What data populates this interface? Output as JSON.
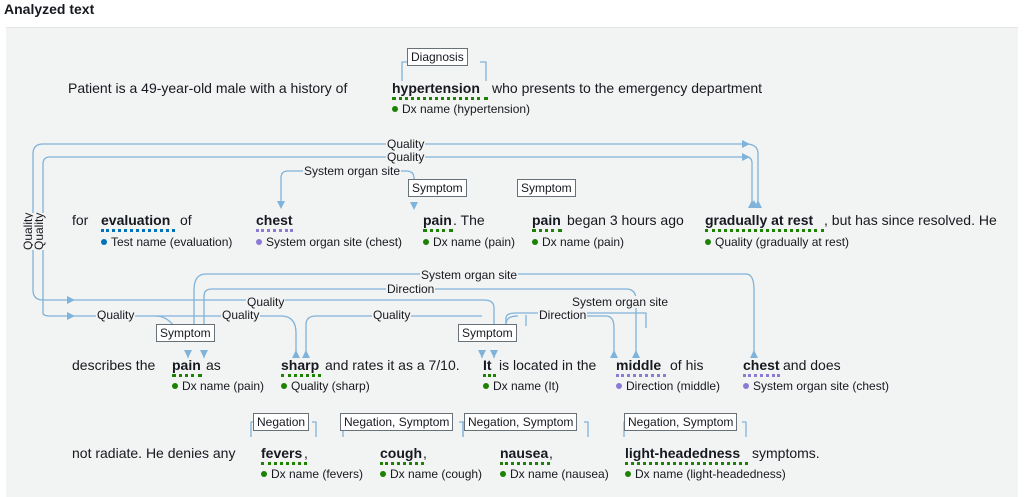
{
  "header": "Analyzed text",
  "colors": {
    "medical_condition": "#1d8102",
    "test": "#0073bb",
    "anatomy": "#8c7ad6",
    "arrow": "#7fb3d9"
  },
  "lines": {
    "l1_pre": "Patient is a 49-year-old male with a history of",
    "l1_ent": "hypertension",
    "l1_post": "who presents to the emergency department",
    "l2_for": "for",
    "l2_of": "of",
    "l2_the": ". The",
    "l2_began": "began 3 hours ago",
    "l2_post": ", but has since resolved. He",
    "l3_describes": "describes the",
    "l3_as": "as",
    "l3_rates": "and rates it as a 7/10.",
    "l3_located": "is located in the",
    "l3_of_his": "of his",
    "l3_and_does": "and does",
    "l4_pre": "not radiate. He denies any",
    "l4_c1": ",",
    "l4_c2": ",",
    "l4_c3": ",",
    "l4_post": "symptoms."
  },
  "entities": {
    "hypertension": {
      "text": "hypertension",
      "label": "Dx name (hypertension)"
    },
    "evaluation": {
      "text": "evaluation",
      "label": "Test name (evaluation)"
    },
    "chest1": {
      "text": "chest",
      "label": "System organ site (chest)"
    },
    "pain1": {
      "text": "pain",
      "label": "Dx name (pain)"
    },
    "pain2": {
      "text": "pain",
      "label": "Dx name (pain)"
    },
    "gradually": {
      "text": "gradually at rest",
      "label": "Quality (gradually at rest)"
    },
    "pain3": {
      "text": "pain",
      "label": "Dx name (pain)"
    },
    "sharp": {
      "text": "sharp",
      "label": "Quality (sharp)"
    },
    "it": {
      "text": "It",
      "label": "Dx name (It)"
    },
    "middle": {
      "text": "middle",
      "label": "Direction (middle)"
    },
    "chest2": {
      "text": "chest",
      "label": "System organ site (chest)"
    },
    "fevers": {
      "text": "fevers",
      "label": "Dx name (fevers)"
    },
    "cough": {
      "text": "cough",
      "label": "Dx name (cough)"
    },
    "nausea": {
      "text": "nausea",
      "label": "Dx name (nausea)"
    },
    "lighthead": {
      "text": "light-headedness",
      "label": "Dx name (light-headedness)"
    }
  },
  "traits": {
    "diagnosis": "Diagnosis",
    "symptom_pain1": "Symptom",
    "symptom_pain2": "Symptom",
    "symptom_pain3": "Symptom",
    "symptom_it": "Symptom",
    "negation": "Negation",
    "neg_sym_cough": "Negation, Symptom",
    "neg_sym_nausea": "Negation, Symptom",
    "neg_sym_lighthead": "Negation, Symptom"
  },
  "relations": {
    "quality_top1": "Quality",
    "quality_top2": "Quality",
    "system_organ_site_chest": "System organ site",
    "quality_vert1": "Quality",
    "quality_vert2": "Quality",
    "system_organ_site_row3": "System organ site",
    "direction_row3": "Direction",
    "quality_a": "Quality",
    "system_organ_site_b": "System organ site",
    "quality_left": "Quality",
    "quality_mid": "Quality",
    "quality_sharp": "Quality",
    "direction_it": "Direction"
  }
}
